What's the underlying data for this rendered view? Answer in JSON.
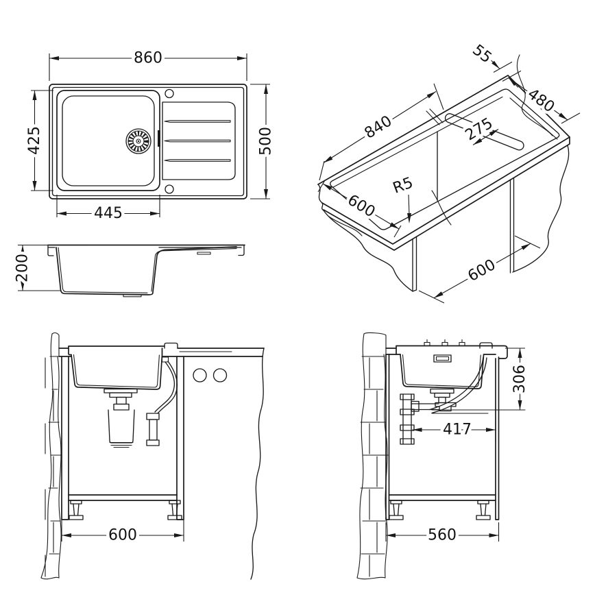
{
  "drawing": {
    "type": "sink-technical-drawing",
    "background_color": "#ffffff",
    "line_color": "#1a1a1a",
    "dims": {
      "top_overall_width": "860",
      "top_bowl_length": "425",
      "top_overall_depth": "500",
      "top_bowl_width": "445",
      "iso_edge_offset": "55",
      "iso_cutout_depth": "480",
      "iso_cutout_length": "840",
      "iso_inner_offset": "275",
      "iso_corner_radius": "R5",
      "iso_counter_depth": "600",
      "iso_cabinet_width": "600",
      "section_bowl_depth": "200",
      "front_cabinet_width": "600",
      "side_drain_height": "306",
      "side_drain_distance": "417",
      "side_cabinet_depth": "560"
    }
  }
}
